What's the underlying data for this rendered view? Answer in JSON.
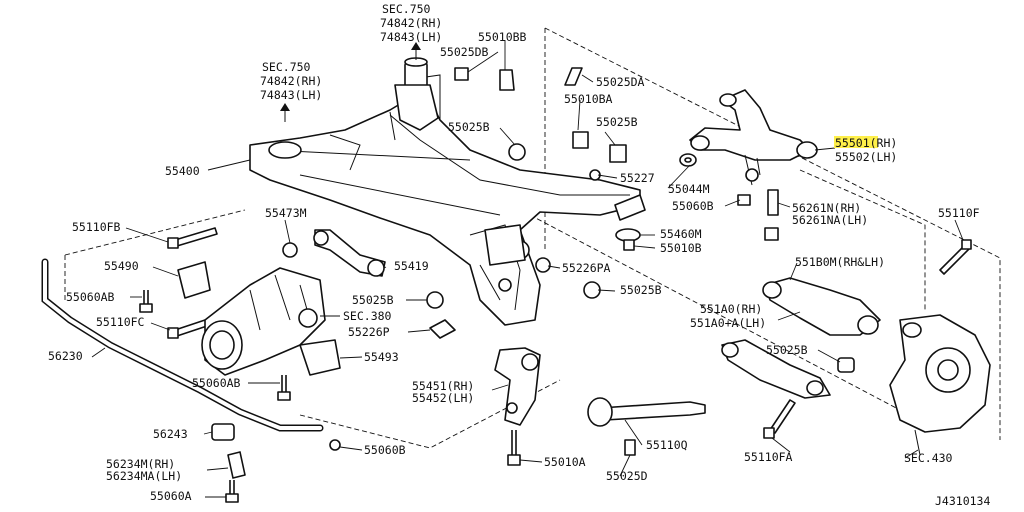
{
  "sec750_top": {
    "title": "SEC.750",
    "rh": "74842(RH)",
    "lh": "74843(LH)"
  },
  "sec750_left": {
    "title": "SEC.750",
    "rh": "74842(RH)",
    "lh": "74843(LH)"
  },
  "sec380": "SEC.380",
  "sec430": "SEC.430",
  "diagram_id": "J4310134",
  "highlight_color": "#fff04a",
  "labels": {
    "p55010BB": "55010BB",
    "p55025DB": "55025DB",
    "p55025DA": "55025DA",
    "p55010BA": "55010BA",
    "p55025B_a": "55025B",
    "p55025B_b": "55025B",
    "p55501": "55501(RH)",
    "p55502": "55502(LH)",
    "p55400": "55400",
    "p55227": "55227",
    "p55044M": "55044M",
    "p55060B_a": "55060B",
    "p56261N": "56261N(RH)",
    "p56261NA": "56261NA(LH)",
    "p55110F": "55110F",
    "p55110FB": "55110FB",
    "p55473M": "55473M",
    "p55460M": "55460M",
    "p55010B": "55010B",
    "p55490": "55490",
    "p55419": "55419",
    "p55226PA": "55226PA",
    "p551B0M": "551B0M(RH&LH)",
    "p55060AB_a": "55060AB",
    "p55025B_c": "55025B",
    "p55025B_d": "55025B",
    "p551A0": "551A0(RH)",
    "p551A0A": "551A0+A(LH)",
    "p55110FC": "55110FC",
    "p55226P": "55226P",
    "p56230": "56230",
    "p55025B_e": "55025B",
    "p55493": "55493",
    "p55060AB_b": "55060AB",
    "p55451": "55451(RH)",
    "p55452": "55452(LH)",
    "p56243": "56243",
    "p55110Q": "55110Q",
    "p55110FA": "55110FA",
    "p55060B_b": "55060B",
    "p56234M": "56234M(RH)",
    "p56234MA": "56234MA(LH)",
    "p55010A": "55010A",
    "p55025D": "55025D",
    "p55060A": "55060A"
  }
}
